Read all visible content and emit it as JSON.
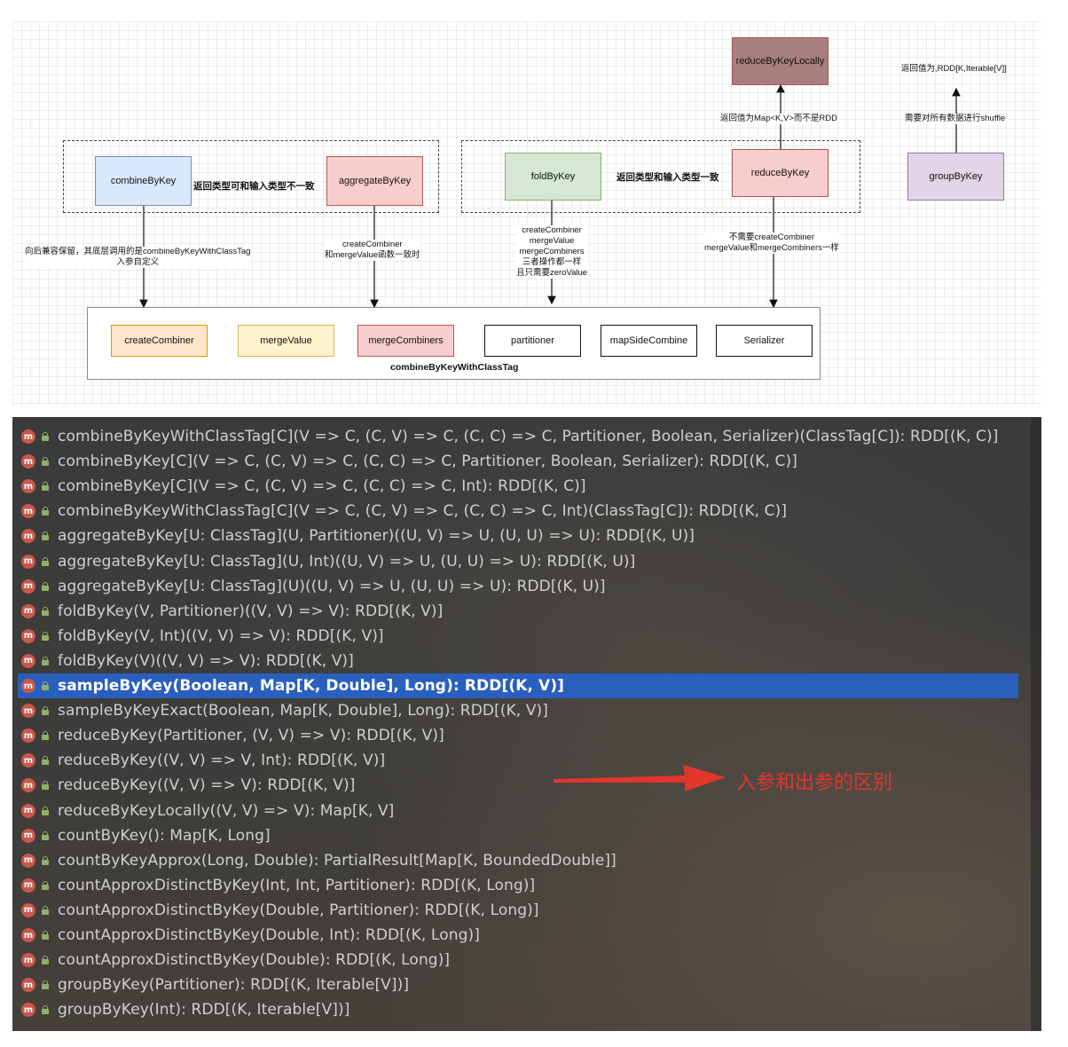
{
  "diagram": {
    "nodes": {
      "combineByKey": "combineByKey",
      "aggregateByKey": "aggregateByKey",
      "foldByKey": "foldByKey",
      "reduceByKey": "reduceByKey",
      "reduceByKeyLocally": "reduceByKeyLocally",
      "groupByKey": "groupByKey",
      "createCombiner": "createCombiner",
      "mergeValue": "mergeValue",
      "mergeCombiners": "mergeCombiners",
      "partitioner": "partitioner",
      "mapSideCombine": "mapSideCombine",
      "serializer": "Serializer"
    },
    "container_title": "combineByKeyWithClassTag",
    "labels": {
      "return_type_differs": "返回类型可和输入类型不一致",
      "return_type_same": "返回类型和输入类型一致",
      "reduce_locally_note": "返回值为Map<K,V>而不是RDD",
      "group_return": "返回值为,RDD[K,Iterable[V]]",
      "group_shuffle": "需要对所有数据进行shuffle",
      "combine_note": "向后兼容保留，其底层调用的是combineByKeyWithClassTag\n入参自定义",
      "aggregate_note": "createCombiner\n和mergeValue函数一致时",
      "fold_note": "createCombiner\nmergeValue\nmergeCombiners\n三者操作都一样\n且只需要zeroValue",
      "reduce_note": "不需要createCombiner\nmergeValue和mergeCombiners一样"
    },
    "colors": {
      "blue_fill": "#dae8fc",
      "blue_stroke": "#6c8ebf",
      "red_fill": "#f8cecc",
      "red_stroke": "#b85450",
      "green_fill": "#d5e8d4",
      "green_stroke": "#82b366",
      "dark_red_fill": "#a77f7f",
      "purple_fill": "#e1d5e7",
      "purple_stroke": "#9673a6",
      "orange_fill": "#ffe6cc",
      "orange_stroke": "#d79b00",
      "yellow_fill": "#fff2cc",
      "yellow_stroke": "#d6b656"
    }
  },
  "ide": {
    "selected_index": 10,
    "methods": [
      "combineByKeyWithClassTag[C](V => C, (C, V) => C, (C, C) => C, Partitioner, Boolean, Serializer)(ClassTag[C]): RDD[(K, C)]",
      "combineByKey[C](V => C, (C, V) => C, (C, C) => C, Partitioner, Boolean, Serializer): RDD[(K, C)]",
      "combineByKey[C](V => C, (C, V) => C, (C, C) => C, Int): RDD[(K, C)]",
      "combineByKeyWithClassTag[C](V => C, (C, V) => C, (C, C) => C, Int)(ClassTag[C]): RDD[(K, C)]",
      "aggregateByKey[U: ClassTag](U, Partitioner)((U, V) => U, (U, U) => U): RDD[(K, U)]",
      "aggregateByKey[U: ClassTag](U, Int)((U, V) => U, (U, U) => U): RDD[(K, U)]",
      "aggregateByKey[U: ClassTag](U)((U, V) => U, (U, U) => U): RDD[(K, U)]",
      "foldByKey(V, Partitioner)((V, V) => V): RDD[(K, V)]",
      "foldByKey(V, Int)((V, V) => V): RDD[(K, V)]",
      "foldByKey(V)((V, V) => V): RDD[(K, V)]",
      "sampleByKey(Boolean, Map[K, Double], Long): RDD[(K, V)]",
      "sampleByKeyExact(Boolean, Map[K, Double], Long): RDD[(K, V)]",
      "reduceByKey(Partitioner, (V, V) => V): RDD[(K, V)]",
      "reduceByKey((V, V) => V, Int): RDD[(K, V)]",
      "reduceByKey((V, V) => V): RDD[(K, V)]",
      "reduceByKeyLocally((V, V) => V): Map[K, V]",
      "countByKey(): Map[K, Long]",
      "countByKeyApprox(Long, Double): PartialResult[Map[K, BoundedDouble]]",
      "countApproxDistinctByKey(Int, Int, Partitioner): RDD[(K, Long)]",
      "countApproxDistinctByKey(Double, Partitioner): RDD[(K, Long)]",
      "countApproxDistinctByKey(Double, Int): RDD[(K, Long)]",
      "countApproxDistinctByKey(Double): RDD[(K, Long)]",
      "groupByKey(Partitioner): RDD[(K, Iterable[V])]",
      "groupByKey(Int): RDD[(K, Iterable[V])]"
    ],
    "method_icon_letter": "m",
    "method_icon": "method-icon",
    "visibility_icon": "lock-icon",
    "annotation": "入参和出参的区别",
    "annotation_color": "#e2352c"
  }
}
